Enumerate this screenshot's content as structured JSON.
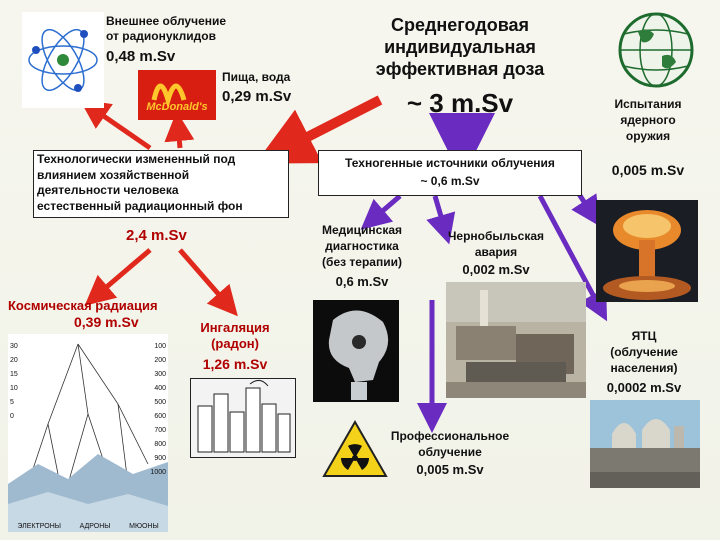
{
  "center": {
    "title": "Среднегодовая\nиндивидуальная\nэффективная доза",
    "value": "~ 3 m.Sv"
  },
  "external": {
    "label": "Внешнее облучение\nот радионуклидов",
    "value": "0,48 m.Sv"
  },
  "food": {
    "label": "Пища, вода",
    "value": "0,29 m.Sv",
    "logo_text": "McDonald's"
  },
  "natural_box": {
    "text": "Технологически измененный под\nвлиянием хозяйственной\nдеятельности человека\nестественный радиационный фон"
  },
  "natural_value": "2,4 m.Sv",
  "cosmic": {
    "label": "Космическая радиация",
    "value": "0,39 m.Sv"
  },
  "radon": {
    "label": "Ингаляция\n(радон)",
    "value": "1,26 m.Sv"
  },
  "technogenic_box": {
    "text": "Техногенные источники облучения\n~ 0,6 m.Sv"
  },
  "medical": {
    "label": "Медицинская\nдиагностика\n(без терапии)",
    "value": "0,6 m.Sv"
  },
  "chernobyl": {
    "label": "Чернобыльская\nавария",
    "value": "0,002 m.Sv"
  },
  "weapons": {
    "label": "Испытания\nядерного\nоружия",
    "value": "0,005 m.Sv"
  },
  "npp": {
    "label": "ЯТЦ\n(облучение\nнаселения)",
    "value": "0,0002 m.Sv"
  },
  "occupational": {
    "label": "Профессиональное\nоблучение",
    "value": "0,005 m.Sv"
  },
  "cosmic_chart": {
    "left_labels": [
      "30",
      "20",
      "15",
      "10",
      "5",
      "0"
    ],
    "right_labels": [
      "100",
      "200",
      "300",
      "400",
      "500",
      "600",
      "700",
      "800",
      "900",
      "1000"
    ],
    "bottom_labels": [
      "ЭЛЕКТРОНЫ",
      "АДРОНЫ",
      "МЮОНЫ"
    ]
  },
  "colors": {
    "red_arrow": "#e0281c",
    "purple_arrow": "#6a2bc0",
    "accent_text": "#b00000"
  }
}
